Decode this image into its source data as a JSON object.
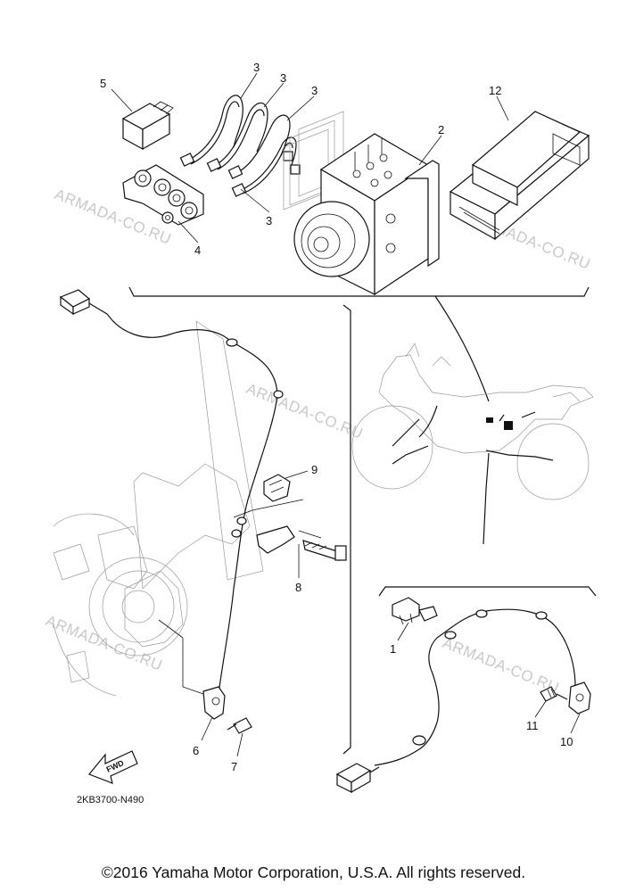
{
  "callouts": {
    "c1": "1",
    "c2": "2",
    "c3a": "3",
    "c3b": "3",
    "c3c": "3",
    "c3d": "3",
    "c4": "4",
    "c5": "5",
    "c6": "6",
    "c7": "7",
    "c8": "8",
    "c9": "9",
    "c10": "10",
    "c11": "11",
    "c12": "12"
  },
  "watermarks": {
    "w1": "ARMADA-CO.RU",
    "w2": "ARMADA-CO.RU",
    "w3": "ARMADA-CO.RU",
    "w4": "ARMADA-CO.RU",
    "w5": "ARMADA-CO.RU"
  },
  "fwd_label": "FWD",
  "diagram_code": "2KB3700-N490",
  "copyright": "©2016 Yamaha Motor Corporation, U.S.A. All rights reserved."
}
